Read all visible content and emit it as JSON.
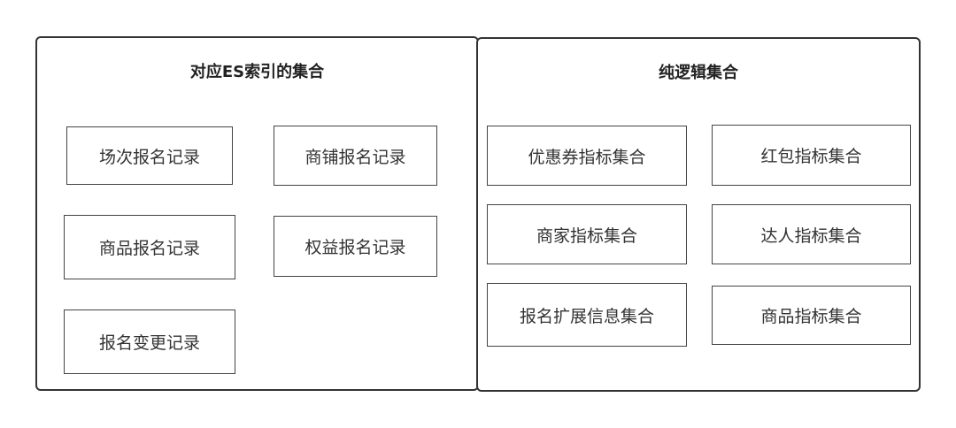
{
  "diagram": {
    "groups": [
      {
        "title": "对应ES索引的集合",
        "nodes": [
          {
            "label": "场次报名记录"
          },
          {
            "label": "商铺报名记录"
          },
          {
            "label": "商品报名记录"
          },
          {
            "label": "权益报名记录"
          },
          {
            "label": "报名变更记录"
          }
        ]
      },
      {
        "title": "纯逻辑集合",
        "nodes": [
          {
            "label": "优惠券指标集合"
          },
          {
            "label": "红包指标集合"
          },
          {
            "label": "商家指标集合"
          },
          {
            "label": "达人指标集合"
          },
          {
            "label": "报名扩展信息集合"
          },
          {
            "label": "商品指标集合"
          }
        ]
      }
    ],
    "colors": {
      "border": "#333333",
      "text": "#333333",
      "background": "#ffffff"
    }
  }
}
